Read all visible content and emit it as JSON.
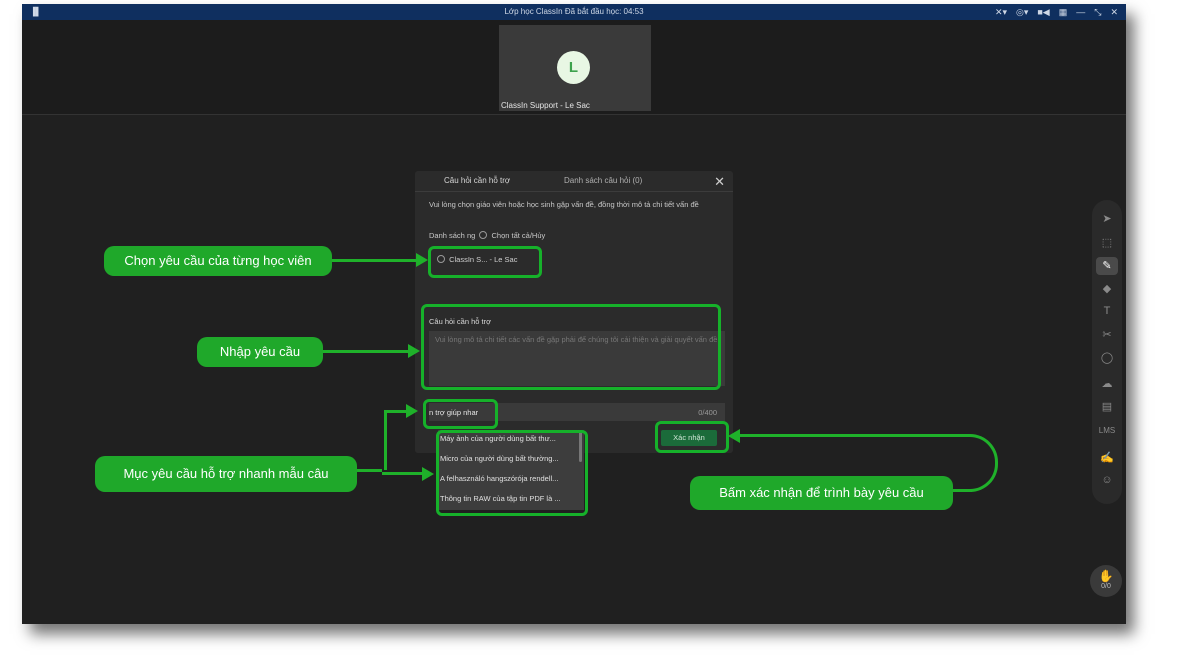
{
  "window": {
    "signal": "▐▌",
    "title": "Lớp học ClassIn   Đã bắt đầu học: 04:53",
    "controls": [
      "✕▾",
      "◎▾",
      "■◀",
      "▦",
      "—",
      "⤡",
      "✕"
    ]
  },
  "video": {
    "avatar_letter": "L",
    "participant_name": "ClassIn Support - Le Sac"
  },
  "dialog": {
    "tab_active": "Câu hỏi cần hỗ trợ",
    "tab_other": "Danh sách câu hỏi (0)",
    "close": "✕",
    "instruction": "Vui lòng chọn giáo viên hoặc học sinh gặp vấn đề, đồng thời mô tả chi tiết vấn đề",
    "list_label": "Danh sách ng",
    "select_all": "Chọn tất cả/Hủy",
    "student": "ClassIn S... - Le Sac",
    "question_label": "Câu hỏi cần hỗ trợ",
    "question_placeholder": "Vui lòng mô tả chi tiết các vấn đề gặp phải để chúng tôi cải thiện và giải quyết vấn đề",
    "quick_help": "n trợ giúp nhar",
    "counter": "0/400",
    "confirm": "Xác nhận"
  },
  "templates": [
    "Máy ảnh của người dùng bất thư...",
    "Micro của người dùng bất thường...",
    "A felhasználó hangszórója rendell...",
    "Thông tin RAW của tập tin PDF là ..."
  ],
  "toolbar": {
    "icons": [
      "pointer-icon",
      "select-icon",
      "pen-icon",
      "eraser-icon",
      "text-icon",
      "scissors-icon",
      "shape-icon",
      "cloud-icon",
      "toolbox-icon",
      "lms-icon",
      "edit-icon",
      "users-icon"
    ],
    "lms_label": "LMS",
    "bottom_counter": "0/0"
  },
  "callouts": {
    "select_student": "Chọn yêu cầu của từng học viên",
    "enter_request": "Nhập yêu cầu",
    "quick_template": "Mục yêu cầu hỗ trợ nhanh mẫu câu",
    "confirm_present": "Bấm xác nhận để trình bày yêu cầu"
  },
  "colors": {
    "annotation_green": "#1fa82a",
    "titlebar": "#0f2f5f",
    "background": "#202020"
  }
}
